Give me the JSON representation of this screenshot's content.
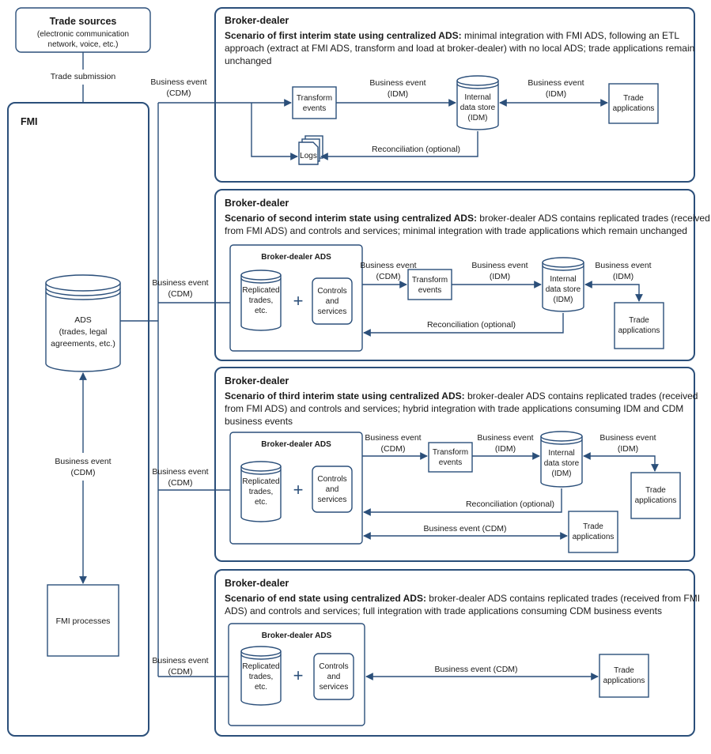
{
  "colors": {
    "stroke": "#2b4f7a",
    "text": "#1a1a1a",
    "background": "#ffffff"
  },
  "trade_sources": {
    "title": "Trade sources",
    "sub1": "(electronic communication",
    "sub2": "network, voice, etc.)",
    "submission_label": "Trade submission"
  },
  "fmi": {
    "title": "FMI",
    "ads_name": "ADS",
    "ads_sub1": "(trades, legal",
    "ads_sub2": "agreements, etc.)",
    "event_label_1": "Business event",
    "event_label_2": "(CDM)",
    "processes": "FMI processes"
  },
  "common": {
    "broker_dealer": "Broker-dealer",
    "broker_dealer_ads": "Broker-dealer ADS",
    "business_event": "Business event",
    "cdm": "(CDM)",
    "idm": "(IDM)",
    "business_event_cdm": "Business event (CDM)",
    "transform_1": "Transform",
    "transform_2": "events",
    "store_1": "Internal",
    "store_2": "data store",
    "store_3": "(IDM)",
    "trade_1": "Trade",
    "trade_2": "applications",
    "replicated_1": "Replicated",
    "replicated_2": "trades,",
    "replicated_3": "etc.",
    "controls_1": "Controls",
    "controls_2": "and",
    "controls_3": "services",
    "plus": "+",
    "reconciliation": "Reconciliation (optional)",
    "logs": "Logs"
  },
  "scenarios": [
    {
      "bold": "Scenario of first interim state using centralized ADS:",
      "l1": " minimal integration with FMI ADS, following an ETL",
      "l2": "approach (extract at FMI ADS, transform and load at broker-dealer) with no local ADS; trade applications remain",
      "l3": "unchanged"
    },
    {
      "bold": "Scenario of second interim state using centralized ADS:",
      "l1": " broker-dealer ADS contains replicated trades (received",
      "l2": "from FMI ADS) and controls and services; minimal integration with trade applications which remain unchanged",
      "l3": ""
    },
    {
      "bold": "Scenario of third interim state using centralized ADS:",
      "l1": " broker-dealer ADS contains replicated trades (received",
      "l2": "from FMI ADS) and controls and services; hybrid integration with trade applications consuming IDM and CDM",
      "l3": "business events"
    },
    {
      "bold": "Scenario of end state using centralized ADS:",
      "l1": " broker-dealer ADS contains replicated trades (received from FMI",
      "l2": "ADS) and controls and services; full integration with trade applications consuming CDM business events",
      "l3": ""
    }
  ]
}
